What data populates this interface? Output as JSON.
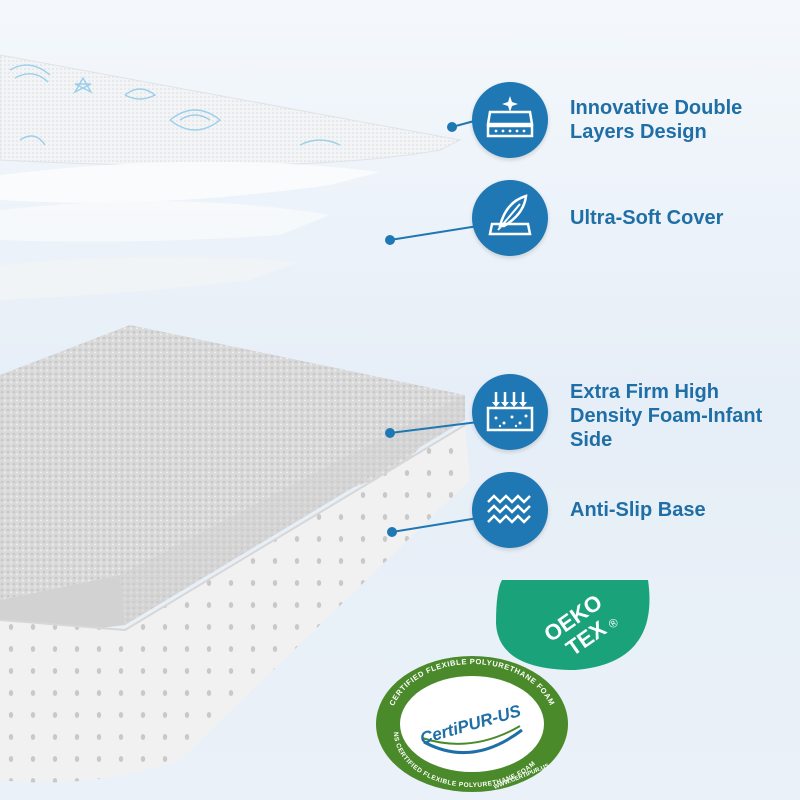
{
  "features": [
    {
      "label": "Innovative Double Layers Design",
      "line1": "Innovative Double",
      "line2": "Layers Design",
      "icon": "double-layer-mattress-icon"
    },
    {
      "label": "Ultra-Soft Cover",
      "icon": "feather-icon"
    },
    {
      "label": "Extra Firm High Density Foam-Infant Side",
      "line1": "Extra Firm High",
      "line2": "Density Foam-Infant",
      "line3": "Side",
      "icon": "foam-layer-icon"
    },
    {
      "label": "Anti-Slip Base",
      "icon": "wave-lines-icon"
    }
  ],
  "badges": {
    "oeko_tex": {
      "line1": "OEKO",
      "line2": "TEX",
      "mark": "®",
      "color": "#1aa37a"
    },
    "certipur": {
      "logo_text": "CertiPUR-US",
      "ring_top": "CERTIFIED FLEXIBLE POLYURETHANE FOAM",
      "ring_bottom": "CONTAINS CERTIFIED FLEXIBLE POLYURETHANE FOAM",
      "url": "WWW.CERTIPUR.US",
      "color": "#4a8a2a"
    }
  },
  "colors": {
    "accent": "#1f78b4",
    "text": "#1f6fa6",
    "background": "#e9f1f9"
  }
}
